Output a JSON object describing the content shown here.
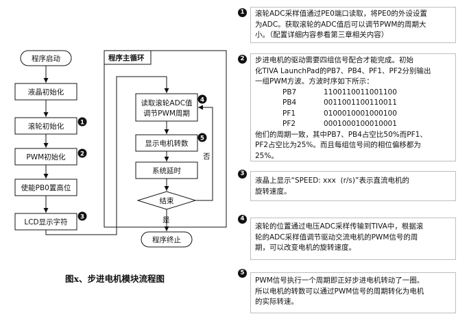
{
  "flowchart": {
    "start": "程序启动",
    "lcd_init": "液晶初始化",
    "wheel_init": "滚轮初始化",
    "pwm_init": "PWM初始化",
    "enable_pb0": "使能PB0置高位",
    "lcd_show": "LCD显示字符",
    "main_loop_title": "程序主循环",
    "read_adc_line1": "读取滚轮ADC值",
    "read_adc_line2": "调节PWM周期",
    "show_speed": "显示电机转数",
    "sys_delay": "系统延时",
    "end_decision": "结束",
    "yes_label": "是",
    "no_label": "否",
    "terminate": "程序终止",
    "markers": [
      "1",
      "2",
      "3",
      "4",
      "5"
    ]
  },
  "caption": "图x、步进电机模块流程图",
  "notes": [
    {
      "marker": "1",
      "lines": [
        "滚轮ADC采样值通过PE0端口读取，将PE0的外设设置",
        "为ADC。获取滚轮的ADC值后可以调节PWM的周期大",
        "小。（配置详细内容参看第三章相关内容）"
      ]
    },
    {
      "marker": "2",
      "lines_top": [
        "步进电机的驱动需要四组信号配合才能完成。初始",
        "化TIVA LaunchPad的PB7、PB4、PF1、PF2分别输出",
        "一组PWM方波。方波时序如下所示："
      ],
      "sequences": [
        {
          "pin": "PB7",
          "bits": "1100110011001100"
        },
        {
          "pin": "PB4",
          "bits": "0011001100110011"
        },
        {
          "pin": "PF1",
          "bits": "0100010001000100"
        },
        {
          "pin": "PF2",
          "bits": "0001000100010001"
        }
      ],
      "lines_bottom": [
        "他们的周期一致，其中PB7、PB4占空比50%而PF1、",
        "PF2占空比为25%。而且每组信号间的相位偏移都为",
        "25%。"
      ]
    },
    {
      "marker": "3",
      "lines": [
        "液晶上显示“SPEED: xxx  (r/s)”表示直流电机的",
        "旋转速度。"
      ]
    },
    {
      "marker": "4",
      "lines": [
        "滚轮的位置通过电压ADC采样传输到TIVA中，根据滚",
        "轮的ADC采样值调节驱动交流电机的PWM信号的周",
        "期，可以改变电机的旋转速度。"
      ]
    },
    {
      "marker": "5",
      "lines": [
        "PWM信号执行一个周期即正好步进电机转动了一圈。",
        "所以电机的转数可以通过PWM信号的周期转化为电机",
        "的实际转速。"
      ]
    }
  ]
}
